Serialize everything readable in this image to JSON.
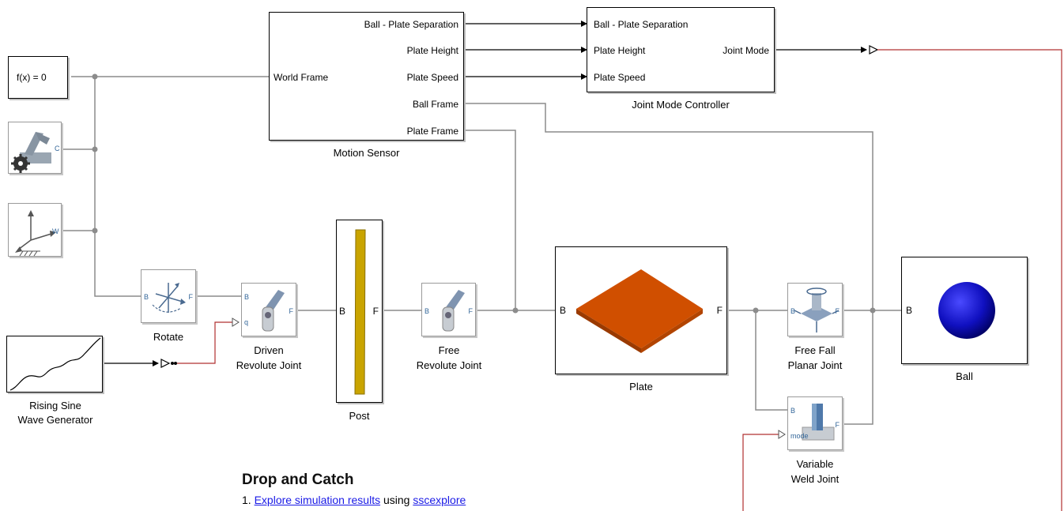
{
  "constant": {
    "label": "f(x) = 0"
  },
  "mech_config": {
    "port": "C",
    "icon": "robot-arm-gear-icon"
  },
  "world_frame": {
    "port": "W",
    "icon": "world-frame-axes-icon"
  },
  "motion_sensor": {
    "caption": "Motion Sensor",
    "input": "World Frame",
    "outputs": [
      "Ball - Plate Separation",
      "Plate Height",
      "Plate Speed",
      "Ball Frame",
      "Plate Frame"
    ]
  },
  "joint_mode_controller": {
    "caption": "Joint Mode Controller",
    "inputs": [
      "Ball - Plate Separation",
      "Plate Height",
      "Plate Speed"
    ],
    "output": "Joint Mode"
  },
  "rotate": {
    "caption": "Rotate",
    "port_b": "B",
    "port_f": "F"
  },
  "sine": {
    "caption_line1": "Rising Sine",
    "caption_line2": "Wave Generator"
  },
  "driven_joint": {
    "caption_line1": "Driven",
    "caption_line2": "Revolute Joint",
    "port_b": "B",
    "port_f": "F",
    "port_q": "q"
  },
  "post": {
    "caption": "Post",
    "port_b": "B",
    "port_f": "F",
    "color": "#c9a400"
  },
  "free_joint": {
    "caption_line1": "Free",
    "caption_line2": "Revolute Joint",
    "port_b": "B",
    "port_f": "F"
  },
  "plate": {
    "caption": "Plate",
    "port_b": "B",
    "port_f": "F",
    "color": "#c84a00"
  },
  "planar_joint": {
    "caption_line1": "Free Fall",
    "caption_line2": "Planar Joint",
    "port_b": "B",
    "port_f": "F"
  },
  "weld_joint": {
    "caption_line1": "Variable",
    "caption_line2": "Weld Joint",
    "port_b": "B",
    "port_f": "F",
    "port_mode": "mode"
  },
  "ball": {
    "caption": "Ball",
    "port_b": "B",
    "color": "#1010c0"
  },
  "annotation": {
    "title": "Drop and Catch",
    "step_number": "1.",
    "link1": "Explore simulation results",
    "middle": "using",
    "link2": "sscexplore"
  },
  "colors": {
    "signal": "#000000",
    "connection": "#8c8c8c",
    "physical_signal": "#b03030"
  }
}
